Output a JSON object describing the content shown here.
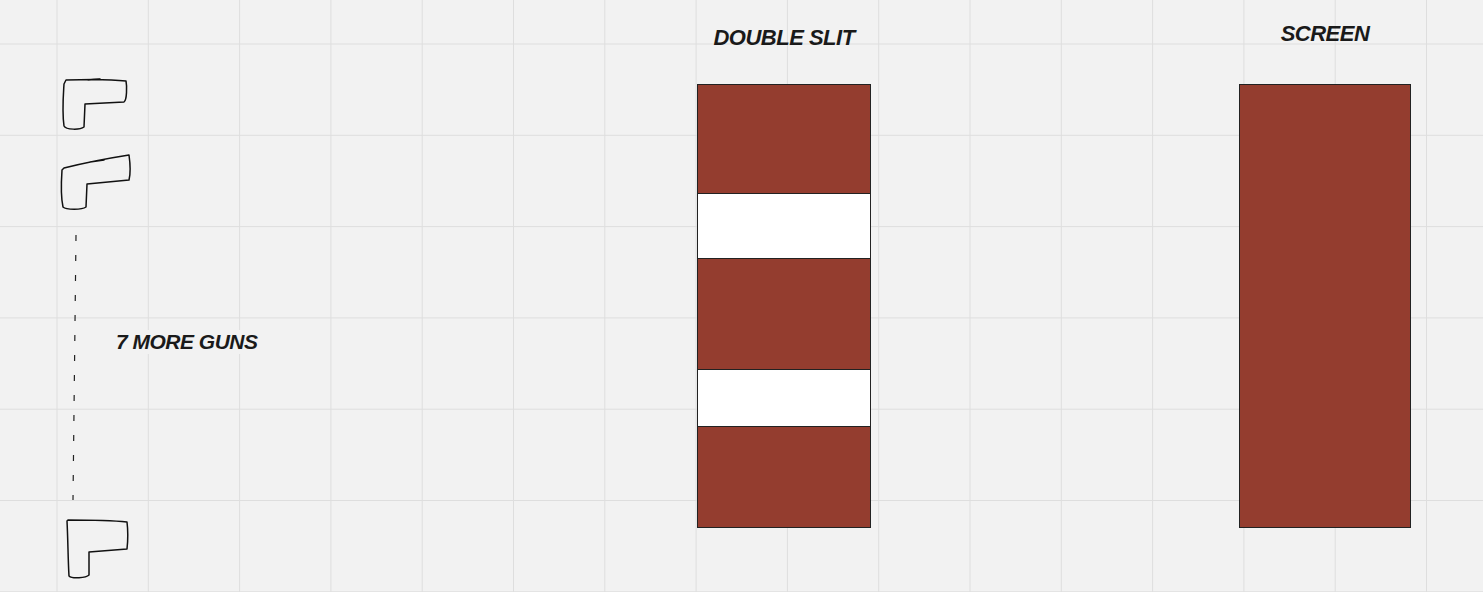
{
  "diagram": {
    "nodes": [
      {
        "text": [
          "DOUBLE SLIT"
        ]
      },
      {
        "text": [
          "SCREEN"
        ]
      }
    ],
    "labels": [
      "7 MORE GUNS"
    ]
  }
}
